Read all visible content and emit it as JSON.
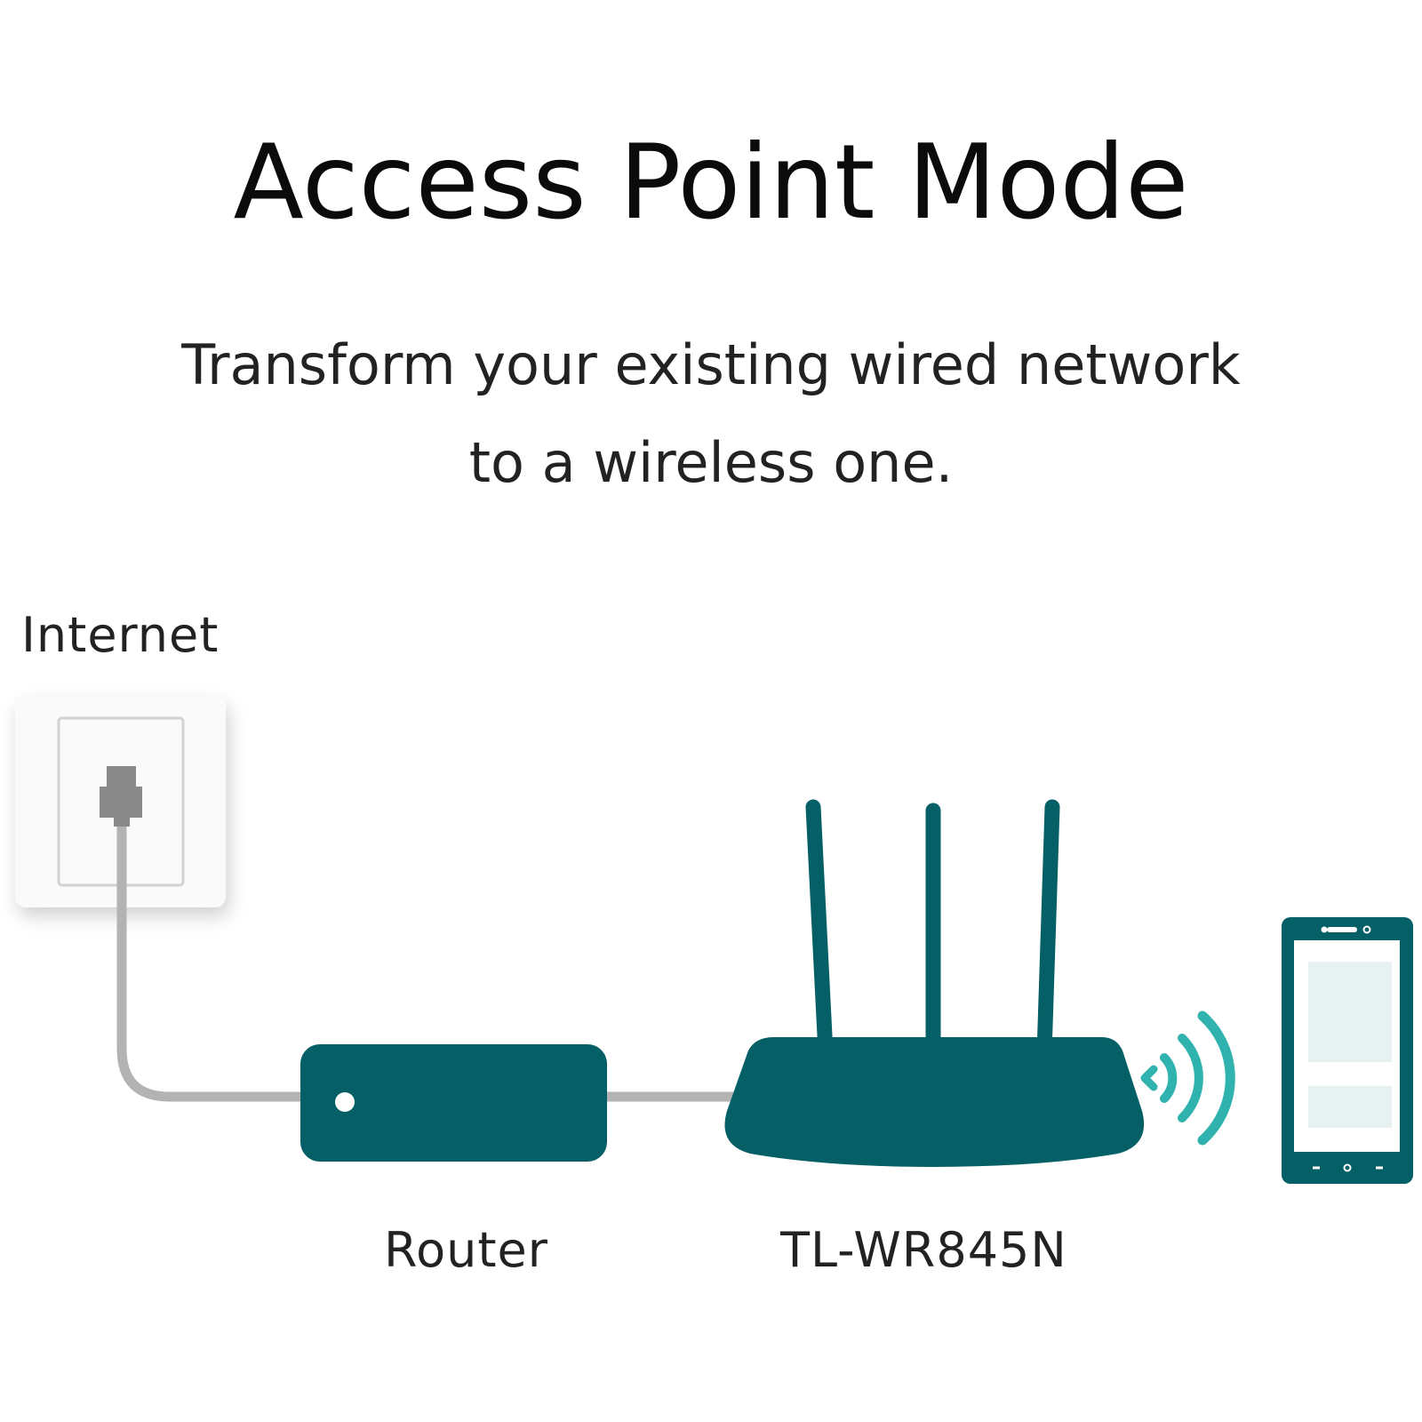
{
  "title": "Access Point Mode",
  "subtitle": {
    "line1": "Transform your existing wired network",
    "line2": "to a wireless one."
  },
  "labels": {
    "internet": "Internet",
    "router": "Router",
    "device": "TL-WR845N"
  },
  "colors": {
    "teal": "#045f66",
    "signal": "#30b3ae",
    "cable": "#b3b3b3",
    "plug": "#8a8a8a",
    "outlet": "#fafafa"
  },
  "icons": [
    "wall-outlet-icon",
    "ethernet-plug-icon",
    "router-icon",
    "access-point-icon",
    "wifi-signal-icon",
    "smartphone-icon"
  ]
}
